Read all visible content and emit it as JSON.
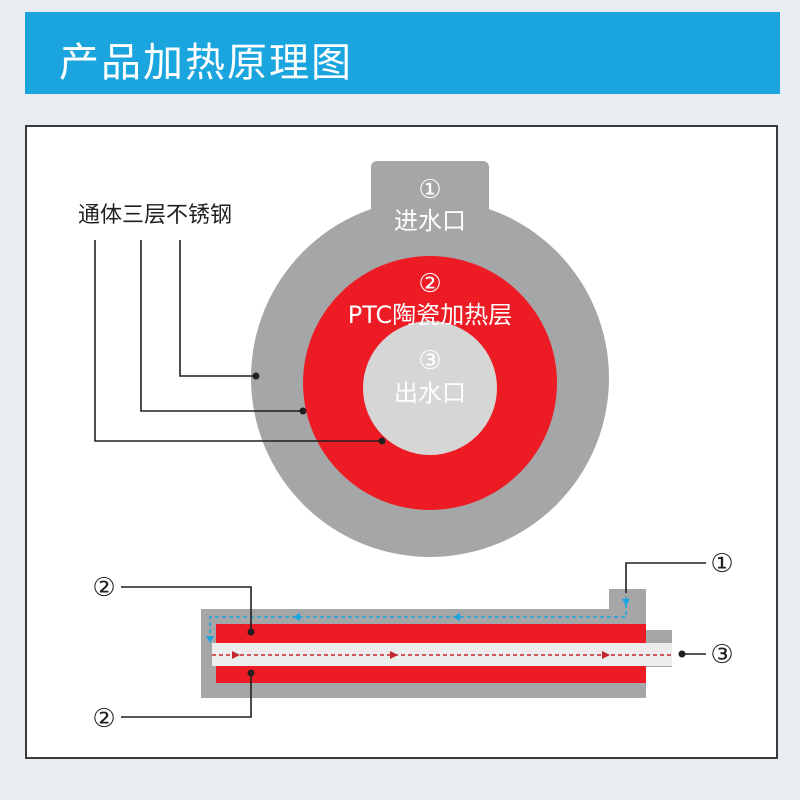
{
  "header": {
    "title": "产品加热原理图"
  },
  "cross_section": {
    "material_label": "通体三层不锈钢",
    "inlet": {
      "number": "①",
      "name": "进水口"
    },
    "heating_layer": {
      "number": "②",
      "name": "PTC陶瓷加热层"
    },
    "outlet": {
      "number": "③",
      "name": "出水口"
    }
  },
  "longitudinal": {
    "label_top_left": "②",
    "label_bottom_left": "②",
    "label_inlet": "①",
    "label_outlet": "③"
  },
  "colors": {
    "header": "#1aa5df",
    "steel": "#a5a6a8",
    "heating": "#ed1c24",
    "core": "#d6d6d6",
    "inflow": "#1aa5df",
    "outflow": "#c1272d"
  }
}
